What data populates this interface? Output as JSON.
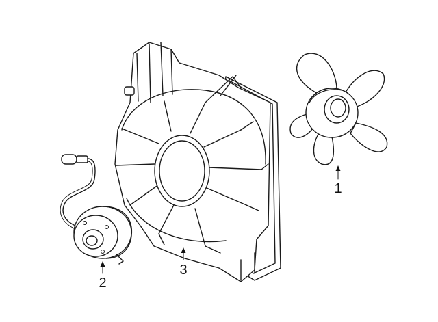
{
  "callouts": [
    {
      "number": "1",
      "part": "fan-blade"
    },
    {
      "number": "2",
      "part": "fan-motor"
    },
    {
      "number": "3",
      "part": "fan-shroud"
    }
  ],
  "colors": {
    "line": "#1a1a1a",
    "background": "#ffffff"
  }
}
